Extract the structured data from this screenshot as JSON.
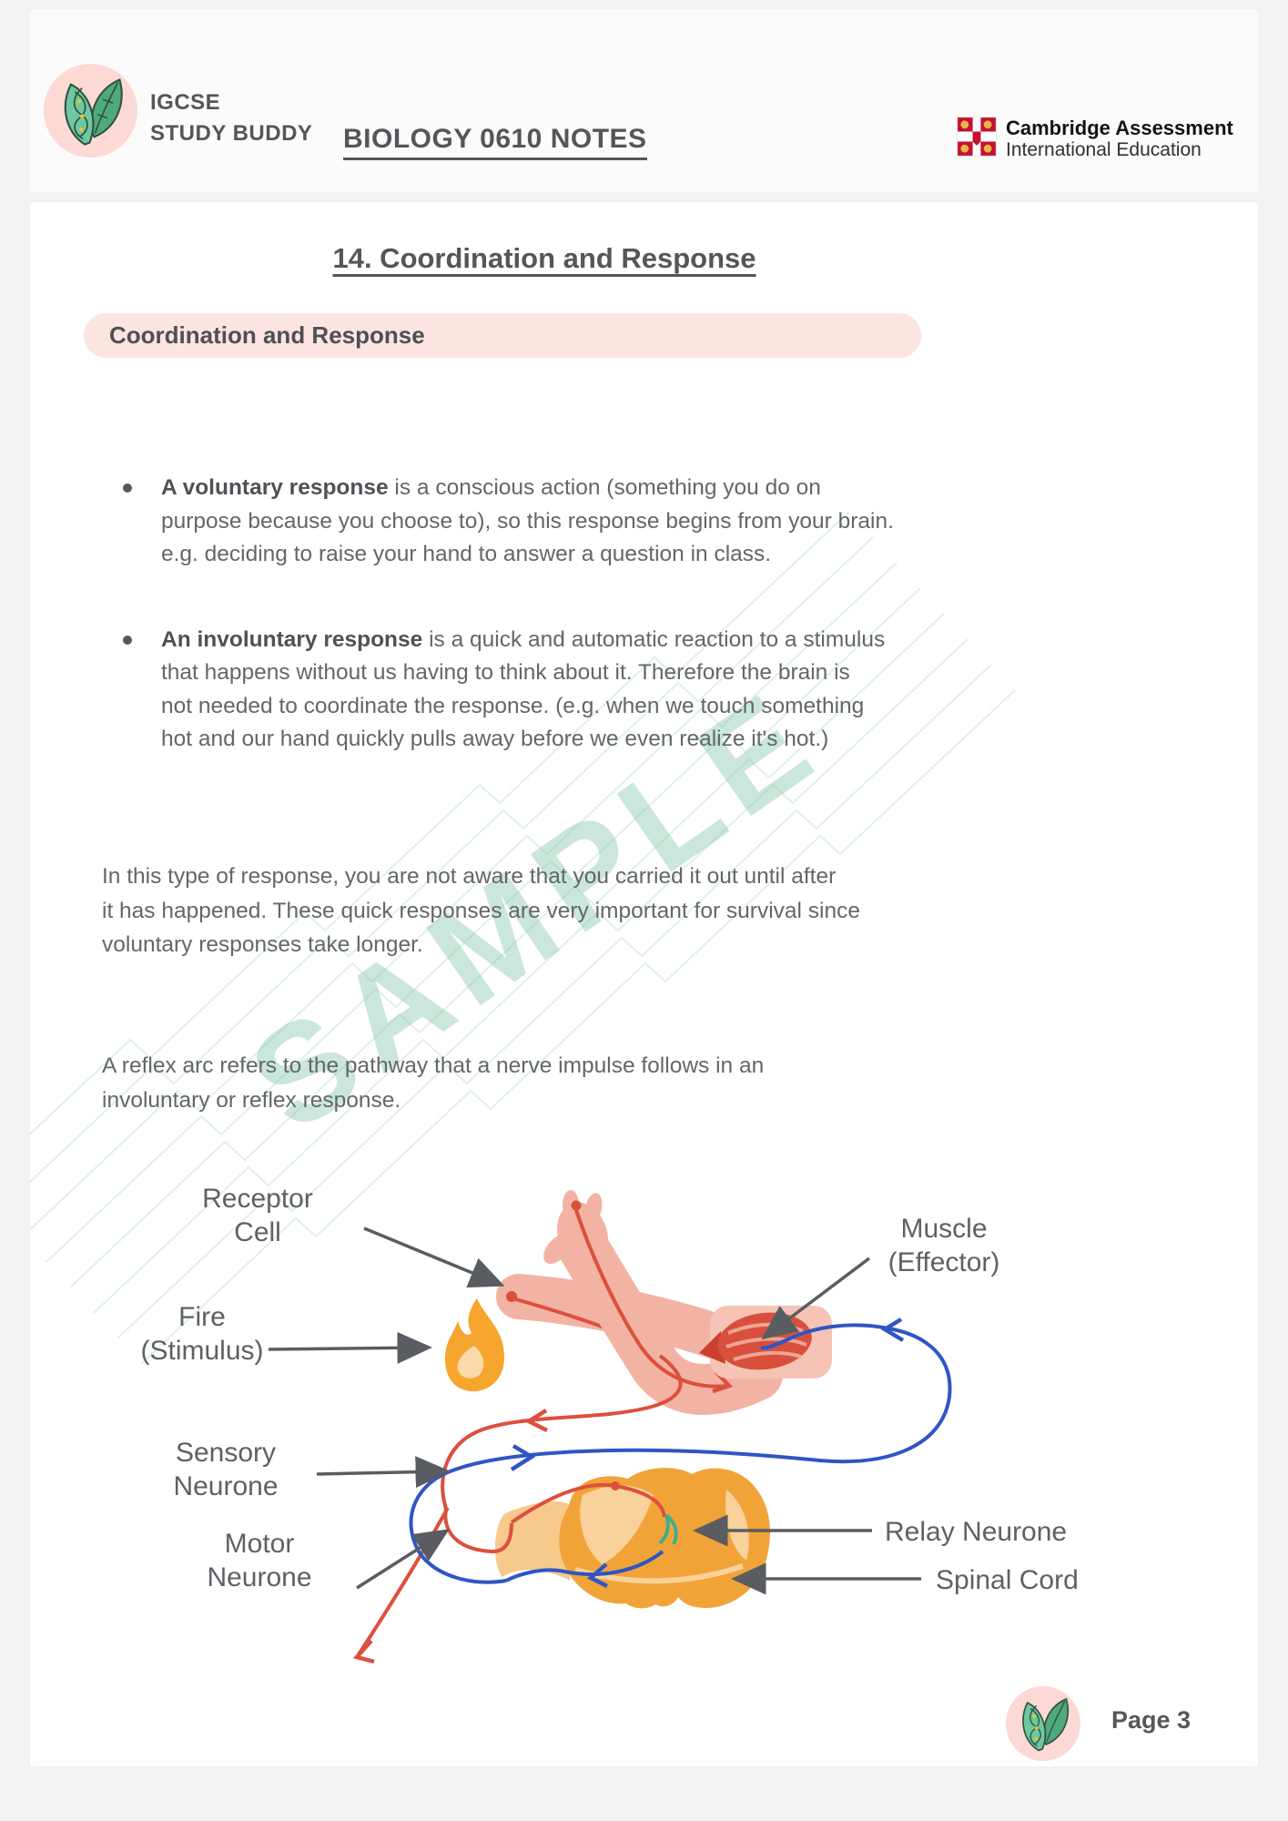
{
  "header": {
    "brand_line1": "IGCSE",
    "brand_line2": "STUDY BUDDY",
    "doc_title": "BIOLOGY 0610 NOTES",
    "cambridge_line1": "Cambridge Assessment",
    "cambridge_line2": "International Education"
  },
  "page": {
    "section_title": "14. Coordination and Response",
    "topic_header": "Coordination and Response",
    "bullets": [
      {
        "bold": "A voluntary response",
        "rest": " is a conscious action (something you do on\npurpose because you choose to), so this response begins from your brain.\ne.g. deciding to raise your hand to answer a question in class."
      },
      {
        "bold": "An involuntary response",
        "rest": " is a quick and automatic reaction to a stimulus\nthat happens without us having to think about it. Therefore the brain is\nnot needed to coordinate the response. (e.g. when we touch something\nhot and our hand quickly pulls away before we even realize it's hot.)"
      }
    ],
    "paragraph1": "In this type of response, you are not aware that you carried it out until after\nit has happened. These quick responses are very important for survival since\nvoluntary responses take longer.",
    "paragraph2": "A reflex arc refers to the pathway that a nerve impulse follows in an\ninvoluntary or reflex response."
  },
  "diagram": {
    "labels": {
      "receptor_line1": "Receptor",
      "receptor_line2": "Cell",
      "fire_line1": "Fire",
      "fire_line2": "(Stimulus)",
      "sensory_line1": "Sensory",
      "sensory_line2": "Neurone",
      "motor_line1": "Motor",
      "motor_line2": "Neurone",
      "muscle_line1": "Muscle",
      "muscle_line2": "(Effector)",
      "relay": "Relay Neurone",
      "spinal": "Spinal Cord"
    },
    "colors": {
      "sensory_red": "#dd4f3e",
      "motor_blue": "#2f55c5",
      "spinal_orange": "#f2a338",
      "relay_green": "#3fae8c",
      "flame_orange": "#f6a62e",
      "skin_pink": "#f3b3a4",
      "muscle_red": "#d8503c"
    }
  },
  "watermark": "SAMPLE",
  "footer": {
    "page_label": "Page 3"
  },
  "theme": {
    "accent_pink": "#fce4e1",
    "logo_pink": "#fcd9d4",
    "leaf_green": "#5bb98b",
    "pattern_green": "#cfe8db",
    "text_gray": "#63666b"
  }
}
